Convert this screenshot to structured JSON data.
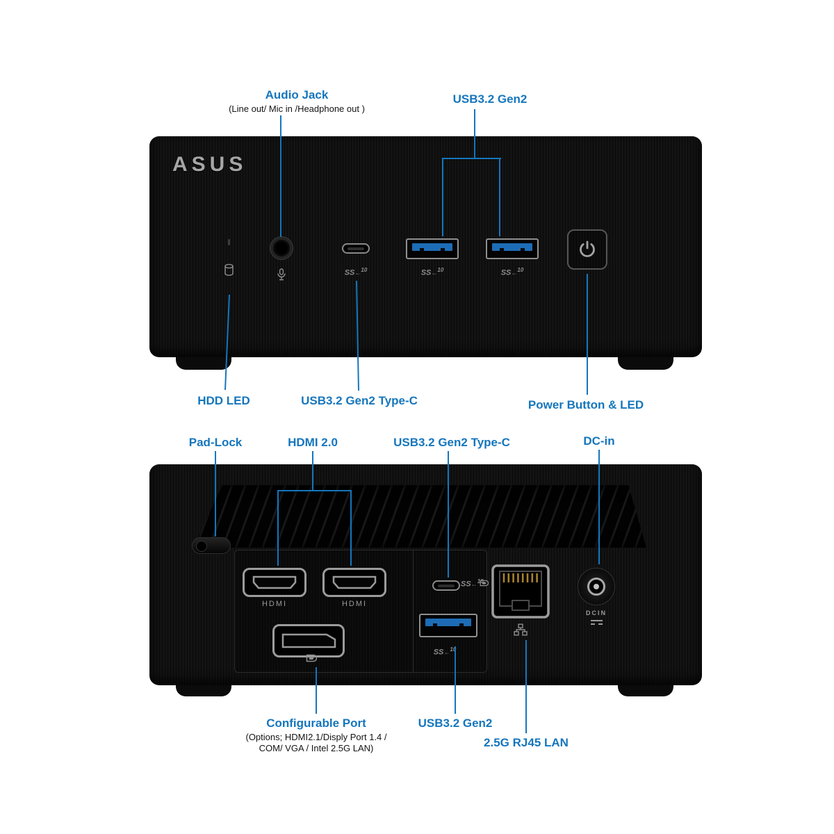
{
  "colors": {
    "accent": "#1576bd",
    "body": "#0e0e0e",
    "usb_blue": "#1d6cb5"
  },
  "brand": {
    "logo": "ASUS"
  },
  "badges": {
    "ss": "SS",
    "arrow": "←",
    "sup": "10"
  },
  "front": {
    "annotations": {
      "audio_jack_title": "Audio Jack",
      "audio_jack_subtitle": "(Line out/ Mic in /Headphone out )",
      "usb32_gen2": "USB3.2 Gen2",
      "hdd_led": "HDD LED",
      "usb32_gen2_typec": "USB3.2 Gen2 Type-C",
      "power_button": "Power Button & LED"
    }
  },
  "rear": {
    "annotations": {
      "pad_lock": "Pad-Lock",
      "hdmi": "HDMI 2.0",
      "usb32_gen2_typec": "USB3.2 Gen2 Type-C",
      "dc_in": "DC-in",
      "configurable_title": "Configurable Port",
      "configurable_sub1": "(Options; HDMI2.1/Disply Port 1.4 /",
      "configurable_sub2": "COM/ VGA / Intel 2.5G LAN)",
      "usb32_gen2": "USB3.2 Gen2",
      "lan": "2.5G RJ45 LAN"
    },
    "port_labels": {
      "hdmi1": "HDMI",
      "hdmi2": "HDMI",
      "dc_in": "DCIN"
    }
  }
}
